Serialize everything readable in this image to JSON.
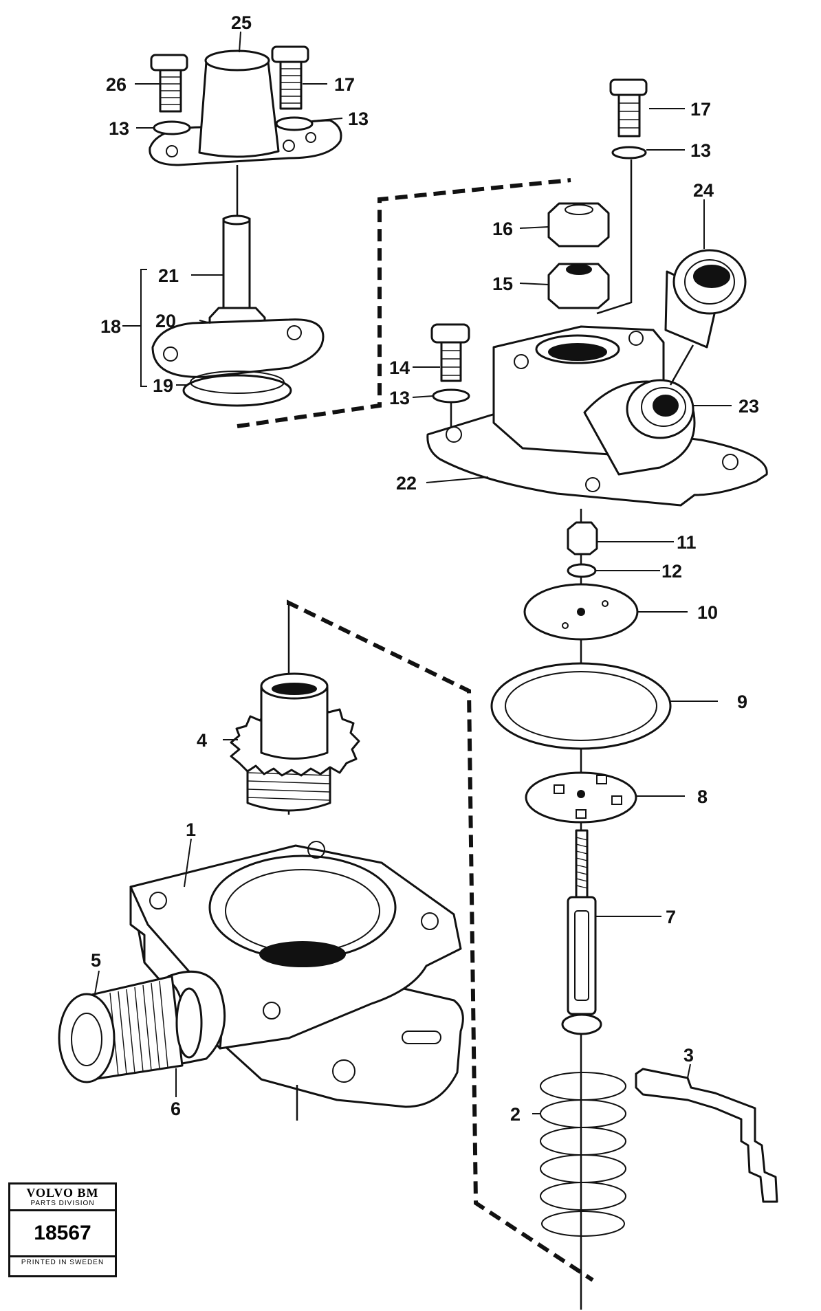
{
  "callouts": {
    "c1": "1",
    "c2": "2",
    "c3": "3",
    "c4": "4",
    "c5": "5",
    "c6": "6",
    "c7": "7",
    "c8": "8",
    "c9": "9",
    "c10": "10",
    "c11": "11",
    "c12": "12",
    "c13a": "13",
    "c13b": "13",
    "c13c": "13",
    "c13d": "13",
    "c14": "14",
    "c15": "15",
    "c16": "16",
    "c17a": "17",
    "c17b": "17",
    "c18": "18",
    "c19": "19",
    "c20": "20",
    "c21": "21",
    "c22": "22",
    "c23": "23",
    "c24": "24",
    "c25": "25",
    "c26": "26"
  },
  "stamp": {
    "brand": "VOLVO BM",
    "division": "PARTS DIVISION",
    "number": "18567",
    "printed": "PRINTED IN SWEDEN"
  }
}
